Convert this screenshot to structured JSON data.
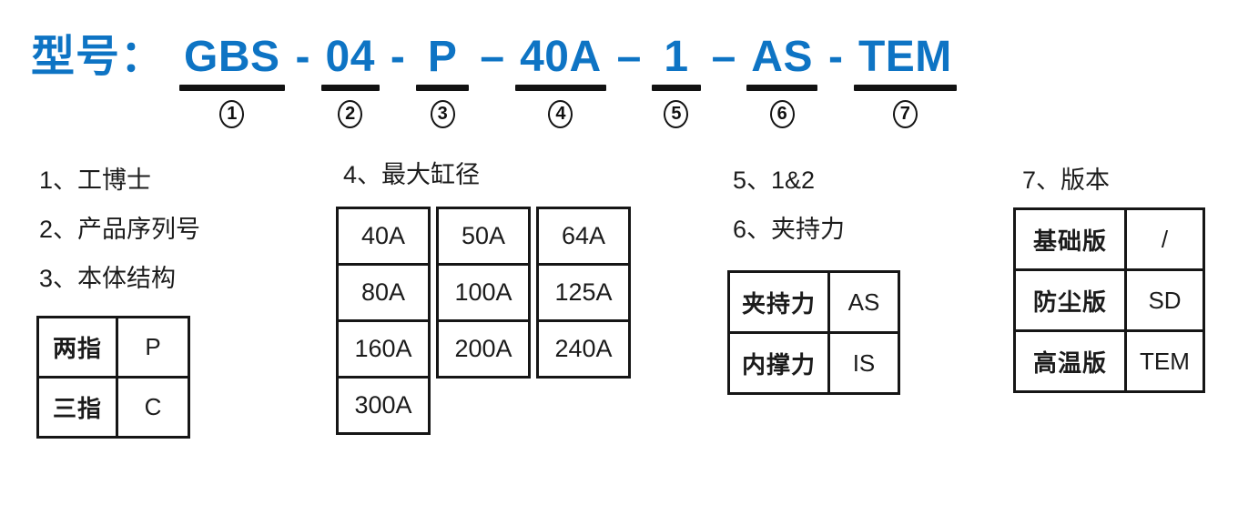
{
  "colors": {
    "accent_blue": "#0e74c4",
    "ink": "#1b1b1b",
    "line": "#161616"
  },
  "model": {
    "prefix": "型号：",
    "segments": [
      {
        "text": "GBS",
        "num": "1"
      },
      {
        "text": "04",
        "num": "2"
      },
      {
        "text": "P",
        "num": "3"
      },
      {
        "text": "40A",
        "num": "4"
      },
      {
        "text": "1",
        "num": "5"
      },
      {
        "text": "AS",
        "num": "6"
      },
      {
        "text": "TEM",
        "num": "7"
      }
    ],
    "separators": [
      "-",
      "-",
      "–",
      "–",
      "–",
      "-"
    ]
  },
  "legend": {
    "item1": "1、工博士",
    "item2": "2、产品序列号",
    "item3": "3、本体结构",
    "item4": "4、最大缸径",
    "item5": "5、1&2",
    "item6": "6、夹持力",
    "item7": "7、版本"
  },
  "structure_table": {
    "rows": [
      [
        "两指",
        "P"
      ],
      [
        "三指",
        "C"
      ]
    ]
  },
  "bore_table": {
    "rows": [
      [
        "40A",
        "50A",
        "64A"
      ],
      [
        "80A",
        "100A",
        "125A"
      ],
      [
        "160A",
        "200A",
        "240A"
      ],
      [
        "300A"
      ]
    ]
  },
  "force_table": {
    "rows": [
      [
        "夹持力",
        "AS"
      ],
      [
        "内撑力",
        "IS"
      ]
    ]
  },
  "version_table": {
    "rows": [
      [
        "基础版",
        "/"
      ],
      [
        "防尘版",
        "SD"
      ],
      [
        "高温版",
        "TEM"
      ]
    ]
  }
}
